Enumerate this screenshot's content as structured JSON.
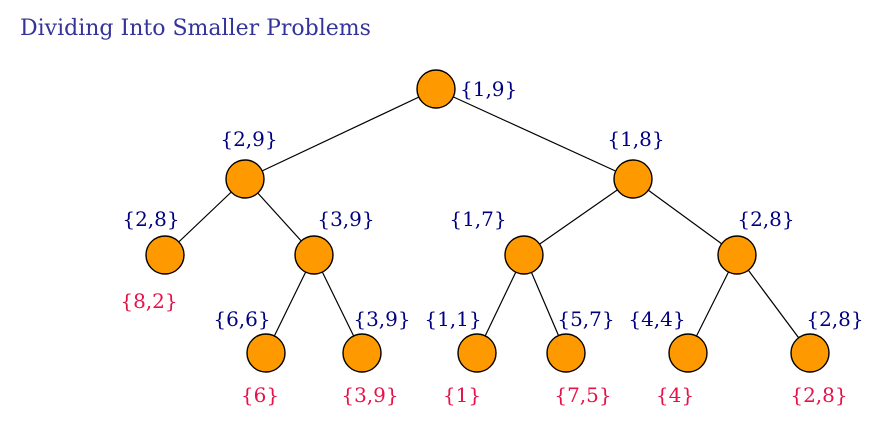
{
  "title": "Dividing Into Smaller Problems",
  "colors": {
    "title": "#33339a",
    "node_fill": "#ff9900",
    "node_stroke": "#000000",
    "edge": "#000000",
    "range_label": "#000080",
    "result_label": "#e8114a"
  },
  "nodes": [
    {
      "id": "n1",
      "range": "{1,9}",
      "result": null
    },
    {
      "id": "n2",
      "range": "{2,9}",
      "result": null
    },
    {
      "id": "n3",
      "range": "{1,8}",
      "result": null
    },
    {
      "id": "n4",
      "range": "{2,8}",
      "result": "{8,2}"
    },
    {
      "id": "n5",
      "range": "{3,9}",
      "result": null
    },
    {
      "id": "n6",
      "range": "{1,7}",
      "result": null
    },
    {
      "id": "n7",
      "range": "{2,8}",
      "result": null
    },
    {
      "id": "n8",
      "range": "{6,6}",
      "result": "{6}"
    },
    {
      "id": "n9",
      "range": "{3,9}",
      "result": "{3,9}"
    },
    {
      "id": "n10",
      "range": "{1,1}",
      "result": "{1}"
    },
    {
      "id": "n11",
      "range": "{5,7}",
      "result": "{7,5}"
    },
    {
      "id": "n12",
      "range": "{4,4}",
      "result": "{4}"
    },
    {
      "id": "n13",
      "range": "{2,8}",
      "result": "{2,8}"
    }
  ],
  "edges": [
    [
      "n1",
      "n2"
    ],
    [
      "n1",
      "n3"
    ],
    [
      "n2",
      "n4"
    ],
    [
      "n2",
      "n5"
    ],
    [
      "n3",
      "n6"
    ],
    [
      "n3",
      "n7"
    ],
    [
      "n5",
      "n8"
    ],
    [
      "n5",
      "n9"
    ],
    [
      "n6",
      "n10"
    ],
    [
      "n6",
      "n11"
    ],
    [
      "n7",
      "n12"
    ],
    [
      "n7",
      "n13"
    ]
  ]
}
